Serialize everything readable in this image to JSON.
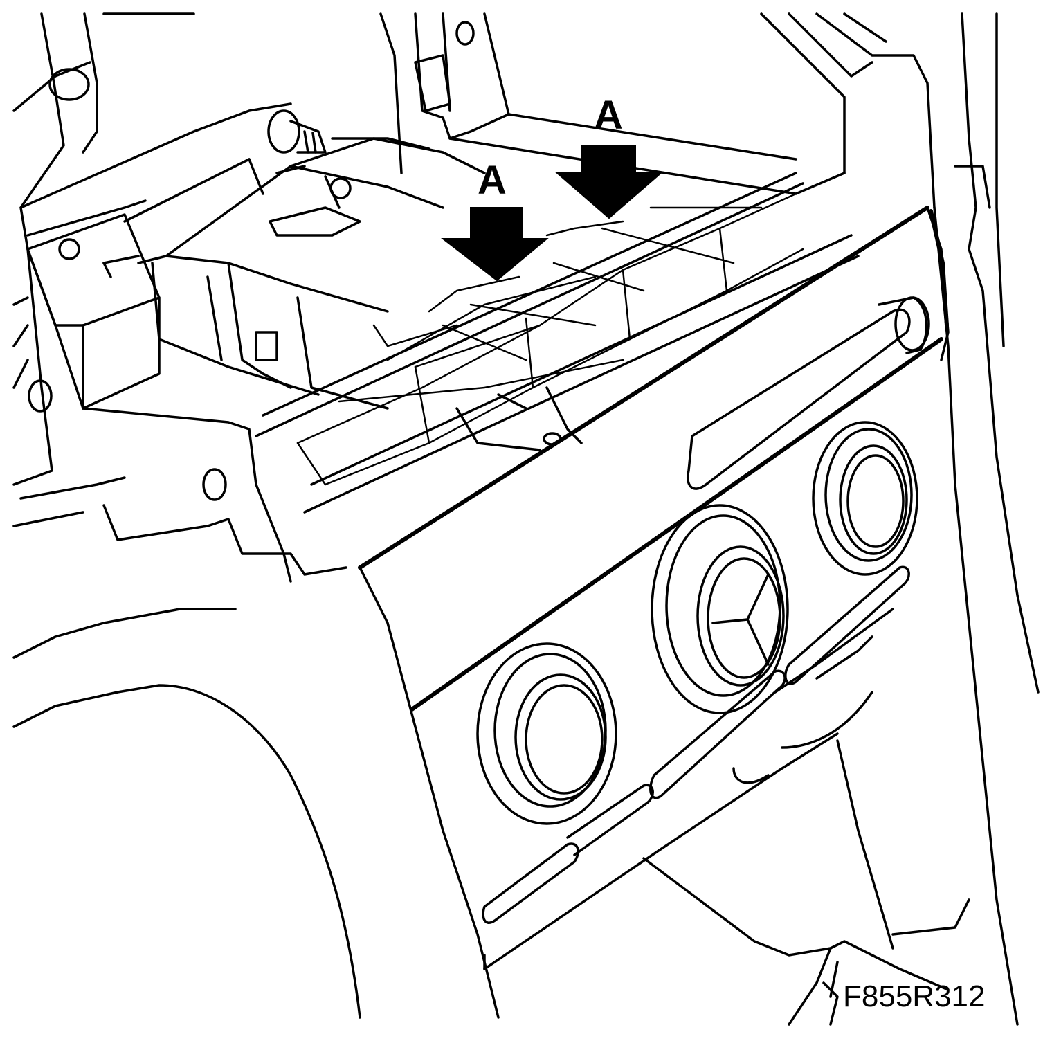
{
  "callouts": [
    {
      "label": "A"
    },
    {
      "label": "A"
    }
  ],
  "figure_id": "F855R312"
}
